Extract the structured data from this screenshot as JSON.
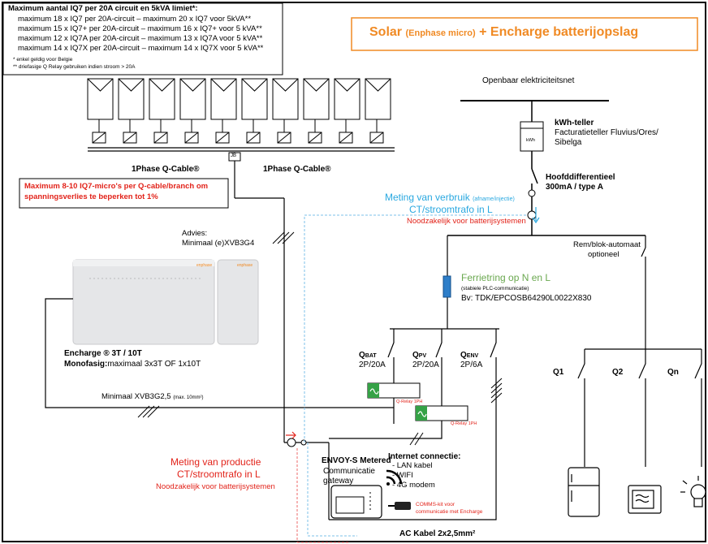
{
  "limits": {
    "heading": "Maximum aantal IQ7 per 20A circuit en 5kVA limiet*:",
    "lines": [
      "maximum 18 x IQ7 per 20A-circuit – maximum 20 x IQ7 voor 5kVA**",
      "maximum 15 x IQ7+ per 20A-circuit – maximum 16 x IQ7+ voor 5 kVA**",
      "maximum 12 x IQ7A per 20A-circuit – maximum 13 x IQ7A voor 5 kVA**",
      "maximum 14 x IQ7X per 20A-circuit – maximum 14 x IQ7X voor 5 kVA**"
    ],
    "note1": "* enkel geldig voor Belgie",
    "note2": "** driefasige Q Relay gebruiken indien stroom > 20A"
  },
  "title": {
    "part1": "Solar",
    "part2": "(Enphase micro)",
    "part3": "+ Encharge batterijopslag"
  },
  "grid": {
    "label": "Openbaar elektriciteitsnet",
    "meter_box": "kWh",
    "meter_title": "kWh-teller",
    "meter_sub1": "Facturatieteller Fluvius/Ores/",
    "meter_sub2": "Sibelga",
    "diff_title": "Hoofddifferentieel",
    "diff_sub": "300mA / type A"
  },
  "cables": {
    "left": "1Phase Q-Cable®",
    "right": "1Phase Q-Cable®",
    "jb": "JB"
  },
  "warning": {
    "line1": "Maximum 8-10 IQ7-micro's per Q-cable/branch om",
    "line2": "spanningsverlies te beperken tot 1%"
  },
  "consumption": {
    "line1": "Meting van verbruik",
    "small": "(afname/injectie)",
    "line2": "CT/stroomtrafo in L",
    "line3": "Noodzakelijk voor batterijsystemen"
  },
  "advies": {
    "line1": "Advies:",
    "line2": "Minimaal (e)XVB3G4"
  },
  "rem": {
    "line1": "Rem/blok-automaat",
    "line2": "optioneel"
  },
  "ferrite": {
    "title": "Ferrietring op N en L",
    "sub": "(stabiele PLC-communicatie)",
    "part": "Bv: TDK/EPCOSB64290L0022X830"
  },
  "battery": {
    "brand": "enphase",
    "name": "Encharge ® 3T  / 10T",
    "mono_bold": "Monofasig:",
    "mono_rest": "maximaal 3x3T OF 1x10T",
    "cable_main": "Minimaal XVB3G2,5",
    "cable_small": "(max. 10mm²)"
  },
  "breakers": {
    "qbat": {
      "q": "Q",
      "sub": "BAT",
      "rating": "2P/20A"
    },
    "qpv": {
      "q": "Q",
      "sub": "PV",
      "rating": "2P/20A"
    },
    "qenv": {
      "q": "Q",
      "sub": "ENV",
      "rating": "2P/6A"
    },
    "relay1": "Q-Relay 1PH",
    "relay2": "Q-Relay 1PH"
  },
  "loads": {
    "q1": "Q1",
    "q2": "Q2",
    "qn": "Qn"
  },
  "production": {
    "line1": "Meting van productie",
    "line2": "CT/stroomtrafo in L",
    "line3": "Noodzakelijk voor batterijsystemen"
  },
  "envoy": {
    "title": "ENVOY-S Metered",
    "sub1": "Communicatie",
    "sub2": "gateway"
  },
  "internet": {
    "title": "Internet connectie:",
    "items": [
      "- LAN kabel",
      "- WIFI",
      "- 4G modem"
    ]
  },
  "comms": {
    "line1": "COMMS-kit voor",
    "line2": "communicatie met Encharge"
  },
  "ac_cable": "AC Kabel 2x2,5mm²",
  "colors": {
    "red": "#e2231a",
    "blue": "#29a8e0",
    "green": "#6aa84f",
    "orange": "#f08a24",
    "dashed_red": "#ee6a6a",
    "dashed_blue": "#7cc0e8"
  }
}
